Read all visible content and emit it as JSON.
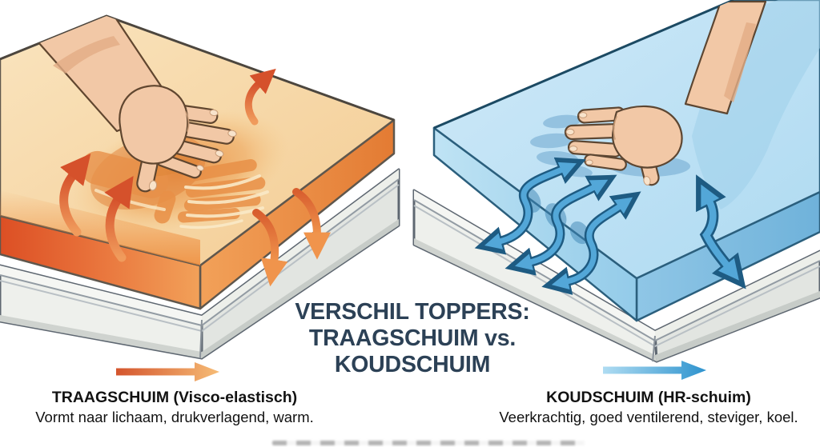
{
  "title": {
    "lines": [
      "VERSCHIL TOPPERS:",
      "TRAAGSCHUIM vs.",
      "KOUDSCHUIM"
    ]
  },
  "left_legend": {
    "heading": "TRAAGSCHUIM (Visco-elastisch)",
    "description": "Vormt naar lichaam, drukverlagend, warm."
  },
  "right_legend": {
    "heading": "KOUDSCHUIM (HR-schuim)",
    "description": "Veerkrachtig, goed ventilerend, steviger, koel."
  },
  "illustrations": {
    "left": "Traagschuim topper: hand zakt in het schuim, warmtepijlen omhoog en omlaag",
    "right": "Koudschuim topper: hand rust op het schuim, luchtstroompijlen door het schuim"
  },
  "colors": {
    "title_text": "#2C4156",
    "body_text": "#121212",
    "warm_gradient_start": "#D4552D",
    "warm_gradient_end": "#F6BC76",
    "cool_gradient_start": "#AFDCF2",
    "cool_gradient_end": "#2E93CE",
    "memory_foam": "#F7D9A9",
    "cold_foam": "#C3E3F4"
  }
}
